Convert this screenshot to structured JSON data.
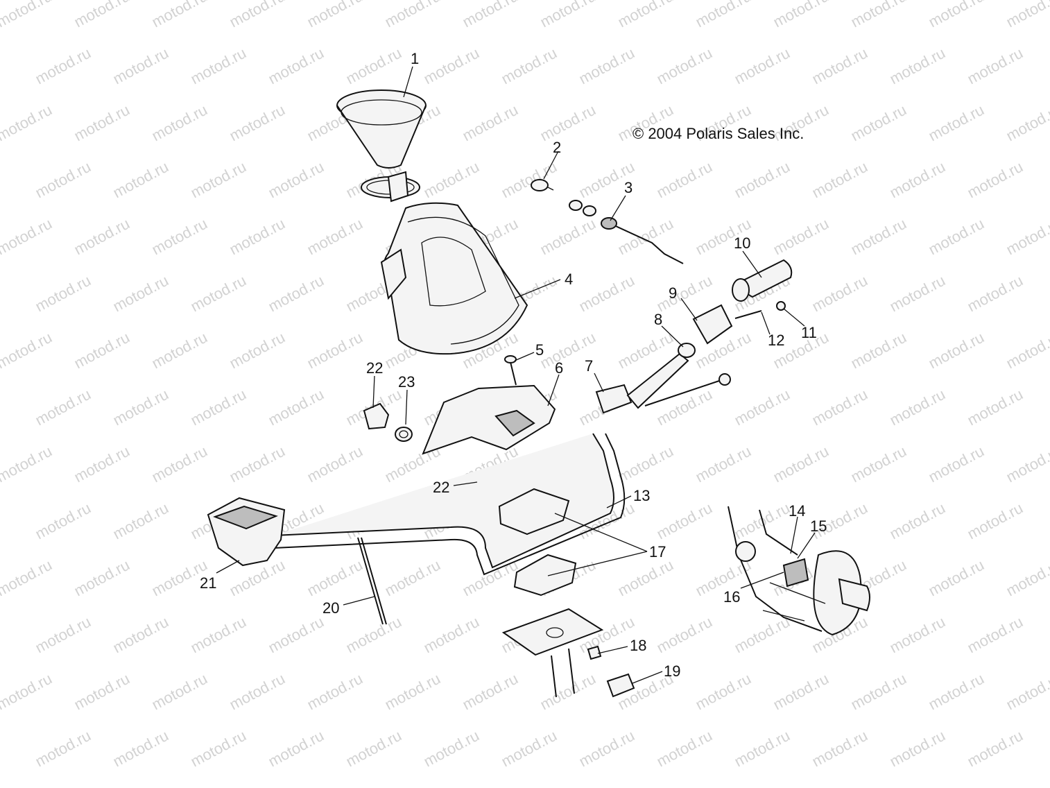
{
  "watermark": "motod.ru",
  "copyright": "© 2004 Polaris Sales Inc.",
  "callouts": [
    "1",
    "2",
    "3",
    "4",
    "5",
    "6",
    "7",
    "8",
    "9",
    "10",
    "11",
    "12",
    "13",
    "14",
    "15",
    "16",
    "17",
    "18",
    "19",
    "20",
    "21",
    "22",
    "22",
    "23"
  ]
}
